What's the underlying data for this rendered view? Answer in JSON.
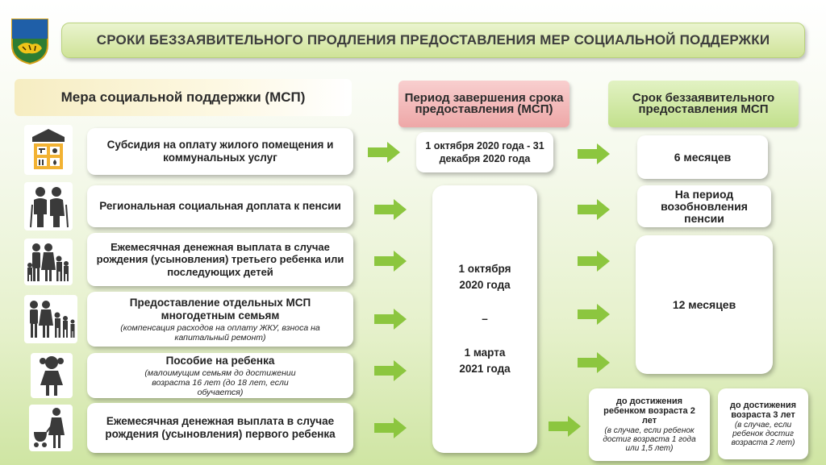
{
  "title": "СРОКИ БЕЗЗАЯВИТЕЛЬНОГО ПРОДЛЕНИЯ ПРЕДОСТАВЛЕНИЯ МЕР СОЦИАЛЬНОЙ ПОДДЕРЖКИ",
  "columns": {
    "measure": "Мера социальной поддержки (МСП)",
    "period": "Период завершения срока предоставления (МСП)",
    "term": "Срок беззаявительного предоставления МСП"
  },
  "measures": [
    {
      "title": "Субсидия на оплату жилого помещения и коммунальных услуг",
      "note": "",
      "icon": "utilities-icon"
    },
    {
      "title": "Региональная социальная доплата к пенсии",
      "note": "",
      "icon": "elderly-couple-icon"
    },
    {
      "title": "Ежемесячная денежная выплата в случае рождения (усыновления) третьего ребенка или последующих детей",
      "note": "",
      "icon": "family-three-children-icon"
    },
    {
      "title": "Предоставление отдельных МСП многодетным семьям",
      "note": "(компенсация расходов на оплату ЖКУ, взноса на капитальный ремонт)",
      "icon": "large-family-icon"
    },
    {
      "title": "Пособие на ребенка",
      "note": "(малоимущим семьям до достижении возраста 16 лет (до 18 лет, если обучается)",
      "icon": "child-icon"
    },
    {
      "title": "Ежемесячная денежная выплата в случае рождения (усыновления) первого ребенка",
      "note": "",
      "icon": "mother-stroller-icon"
    }
  ],
  "periods": {
    "first": "1 октября 2020 года - 31 декабря 2020 года",
    "main_start": "1 октября 2020 года",
    "main_dash": "–",
    "main_end": "1 марта 2021 года"
  },
  "terms": {
    "six": "6 месяцев",
    "pension": "На период возобновления пенсии",
    "twelve": "12 месяцев",
    "age2_title": "до достижения ребенком возраста 2 лет",
    "age2_note": "(в случае, если ребенок достиг возраста 1 года или 1,5 лет)",
    "age3_title": "до достижения возраста 3 лет",
    "age3_note": "(в случае, если ребенок достиг возраста 2 лет)"
  },
  "colors": {
    "arrow": "#8cc63f",
    "icon": "#3a3a3a",
    "period_header": "#eea7a7",
    "term_header": "#c2e08c",
    "measure_header": "#f6edc2"
  }
}
